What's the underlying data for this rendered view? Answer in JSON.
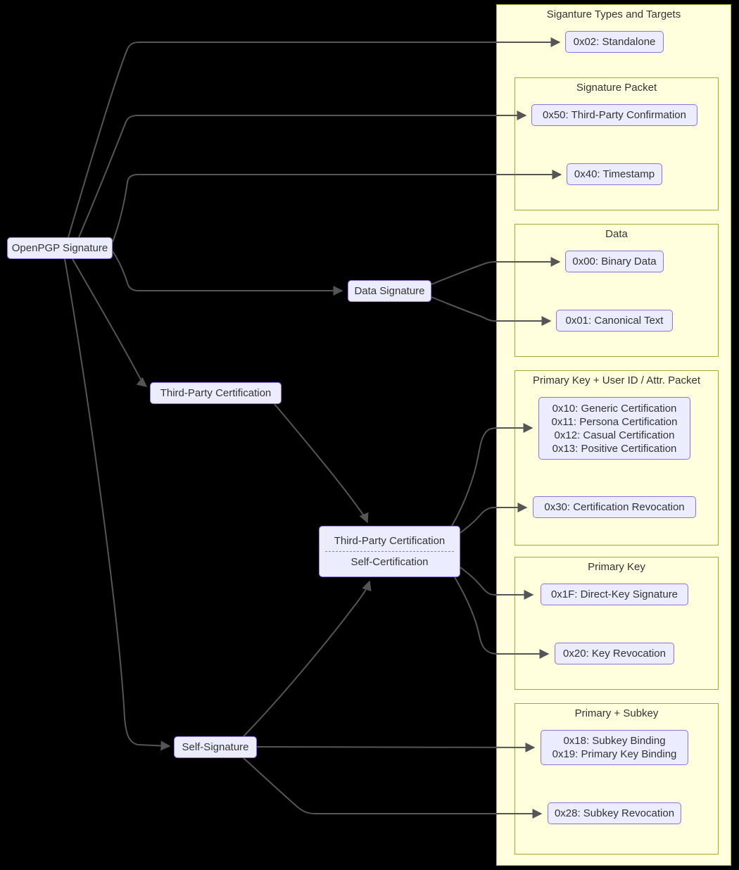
{
  "diagram": {
    "title": "Siganture Types and Targets",
    "nodes": {
      "openpgp": {
        "label": "OpenPGP Signature"
      },
      "data_signature": {
        "label": "Data Signature"
      },
      "third_party_certification": {
        "label": "Third-Party Certification"
      },
      "combined": {
        "label_top": "Third-Party Certification",
        "label_bottom": "Self-Certification"
      },
      "self_signature": {
        "label": "Self-Signature"
      },
      "standalone": {
        "label": "0x02: Standalone"
      },
      "third_party_confirmation": {
        "label": "0x50: Third-Party Confirmation"
      },
      "timestamp": {
        "label": "0x40: Timestamp"
      },
      "binary_data": {
        "label": "0x00: Binary Data"
      },
      "canonical_text": {
        "label": "0x01: Canonical Text"
      },
      "certifications": {
        "lines": [
          "0x10: Generic Certification",
          "0x11: Persona Certification",
          "0x12: Casual Certification",
          "0x13: Positive Certification"
        ]
      },
      "certification_revocation": {
        "label": "0x30: Certification Revocation"
      },
      "direct_key_signature": {
        "label": "0x1F: Direct-Key Signature"
      },
      "key_revocation": {
        "label": "0x20: Key Revocation"
      },
      "subkey_binding": {
        "lines": [
          "0x18: Subkey Binding",
          "0x19: Primary Key Binding"
        ]
      },
      "subkey_revocation": {
        "label": "0x28: Subkey Revocation"
      }
    },
    "clusters": {
      "signature_packet": {
        "title": "Signature Packet"
      },
      "data": {
        "title": "Data"
      },
      "primary_key_userid": {
        "title": "Primary Key + User ID / Attr. Packet"
      },
      "primary_key": {
        "title": "Primary Key"
      },
      "primary_subkey": {
        "title": "Primary + Subkey"
      }
    },
    "colors": {
      "background": "#000000",
      "node_fill": "#ECECFF",
      "node_border": "#9370DB",
      "cluster_fill": "#ffffde",
      "cluster_border": "#aaaa33",
      "edge": "#555555",
      "text": "#333333"
    }
  }
}
